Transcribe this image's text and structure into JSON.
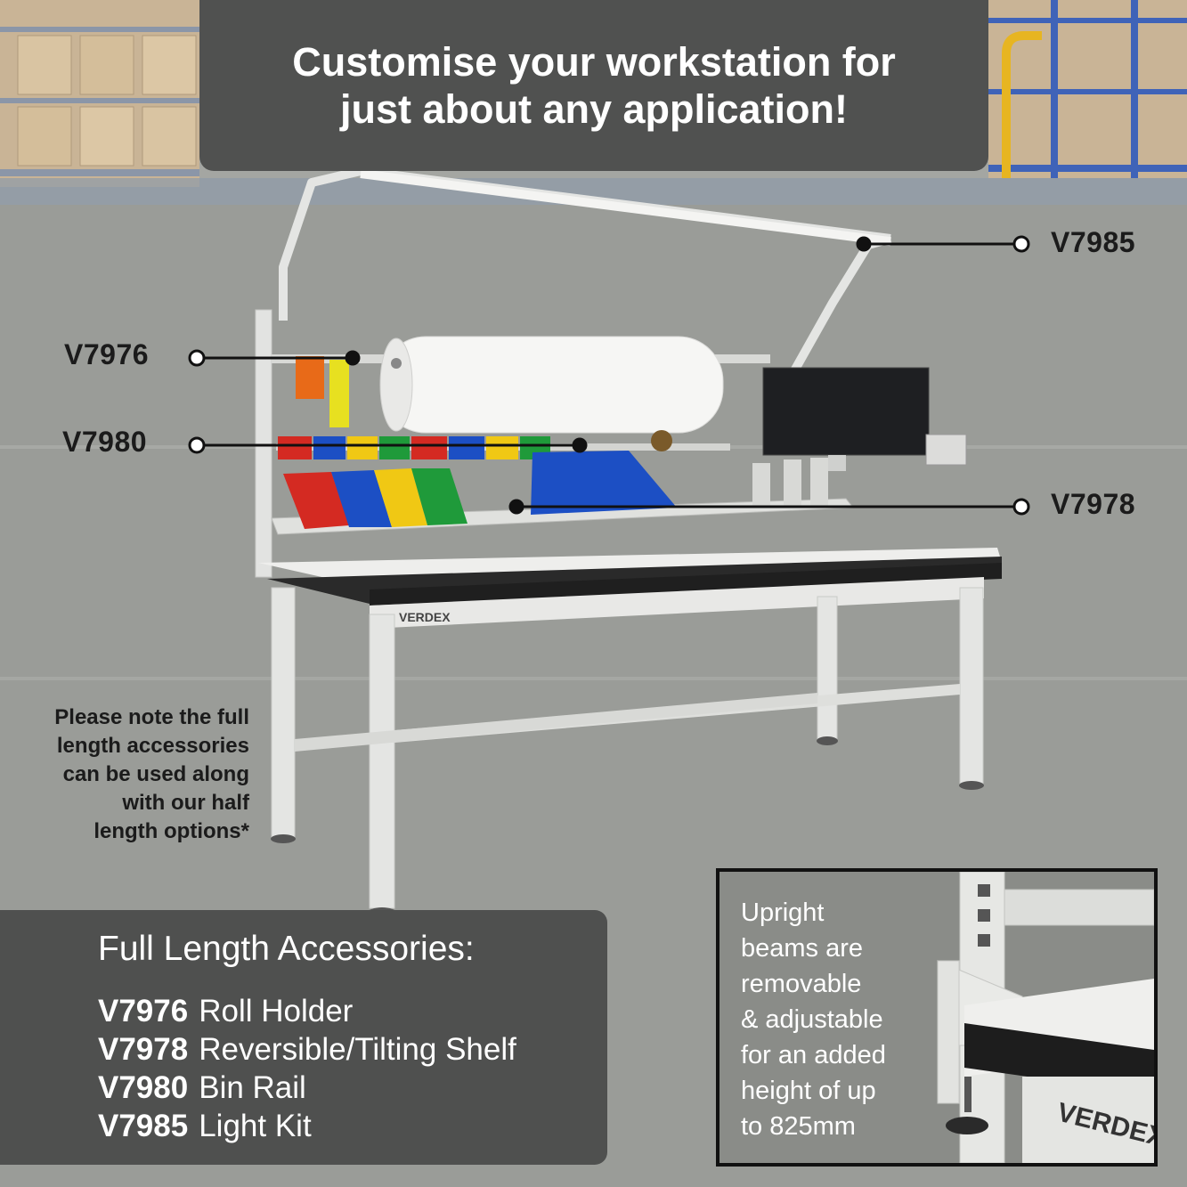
{
  "headline": {
    "line1": "Customise your workstation for",
    "line2": "just about any application!"
  },
  "callouts": {
    "light_kit": "V7985",
    "roll_holder": "V7976",
    "bin_rail": "V7980",
    "shelf": "V7978"
  },
  "bench": {
    "brand": "VERDEX"
  },
  "note": {
    "lines": [
      "Please note the full",
      "length accessories",
      "can be used along",
      "with our half",
      "length options*"
    ]
  },
  "accessories": {
    "title": "Full Length Accessories:",
    "items": [
      {
        "code": "V7976",
        "name": "Roll Holder"
      },
      {
        "code": "V7978",
        "name": "Reversible/Tilting Shelf"
      },
      {
        "code": "V7980",
        "name": "Bin Rail"
      },
      {
        "code": "V7985",
        "name": "Light Kit"
      }
    ]
  },
  "upright_box": {
    "lines": [
      "Upright",
      "beams are",
      "removable",
      "& adjustable",
      "for an added",
      "height of up",
      "to 825mm"
    ],
    "brand": "VERDEX"
  },
  "colors": {
    "banner": "#505150",
    "bin_red": "#d42a22",
    "bin_blue": "#1c4fc4",
    "bin_yellow": "#f0c814",
    "bin_green": "#1f9a3a"
  }
}
